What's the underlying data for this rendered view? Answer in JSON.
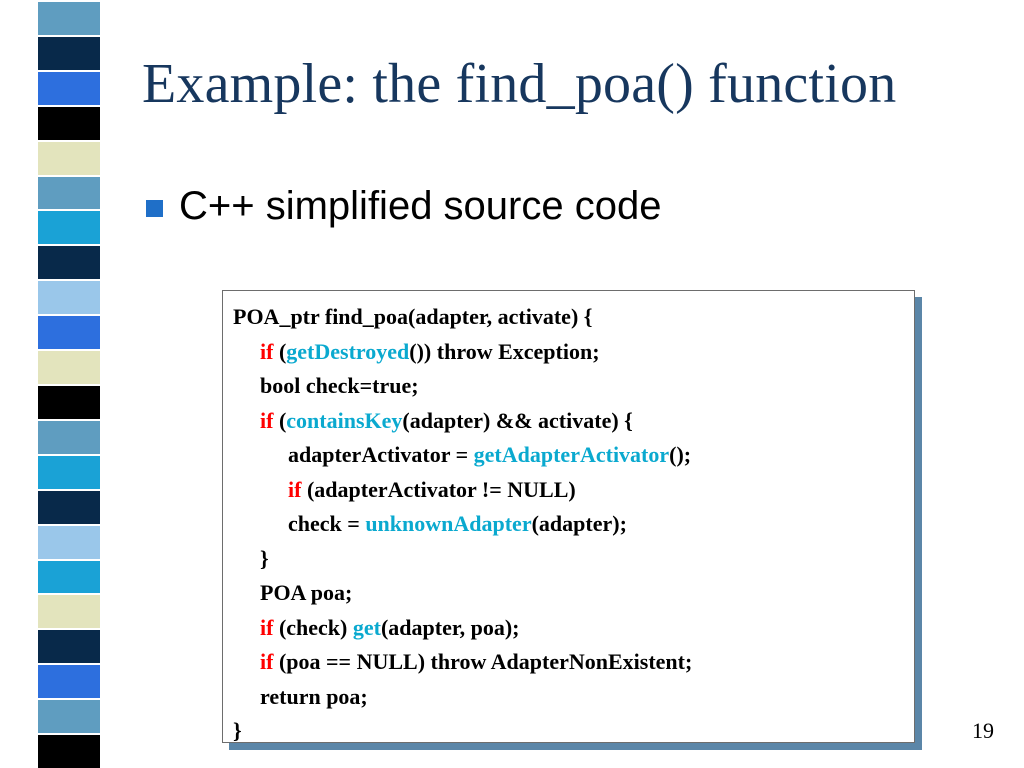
{
  "slide": {
    "title": "Example: the find_poa() function",
    "bullet": "C++ simplified source code",
    "page_number": "19"
  },
  "colors": {
    "title": "#17375e",
    "bullet_marker": "#1f6fc8",
    "keyword": "#ff0000",
    "function": "#0aa9cf",
    "box_shadow": "#5b86a8"
  },
  "stripe_colors": [
    "#5f9dc0",
    "#08294a",
    "#2d6fde",
    "#000000",
    "#e3e4bd",
    "#5f9dc0",
    "#1aa2d6",
    "#08294a",
    "#9ac7ea",
    "#2d6fde",
    "#e3e4bd",
    "#000000",
    "#5f9dc0",
    "#1aa2d6",
    "#08294a",
    "#9ac7ea",
    "#1aa2d6",
    "#e3e4bd",
    "#08294a",
    "#2d6fde",
    "#5f9dc0",
    "#000000"
  ],
  "code": {
    "line1": "POA_ptr find_poa(adapter, activate) {",
    "line2_kw": "if",
    "line2_a": " (",
    "line2_fn": "getDestroyed",
    "line2_b": "()) throw Exception;",
    "line3": "bool check=true;",
    "line4_kw": "if",
    "line4_a": " (",
    "line4_fn": "containsKey",
    "line4_b": "(adapter) && activate) {",
    "line5_a": "adapterActivator = ",
    "line5_fn": "getAdapterActivator",
    "line5_b": "();",
    "line6_kw": "if",
    "line6_a": " (adapterActivator != NULL)",
    "line7_a": "check = ",
    "line7_fn": "unknownAdapter",
    "line7_b": "(adapter);",
    "line8": "}",
    "line9": "POA poa;",
    "line10_kw": "if",
    "line10_a": " (check) ",
    "line10_fn": "get",
    "line10_b": "(adapter, poa);",
    "line11_kw": "if",
    "line11_a": " (poa == NULL) throw AdapterNonExistent;",
    "line12": "return poa;",
    "line13": "}"
  }
}
